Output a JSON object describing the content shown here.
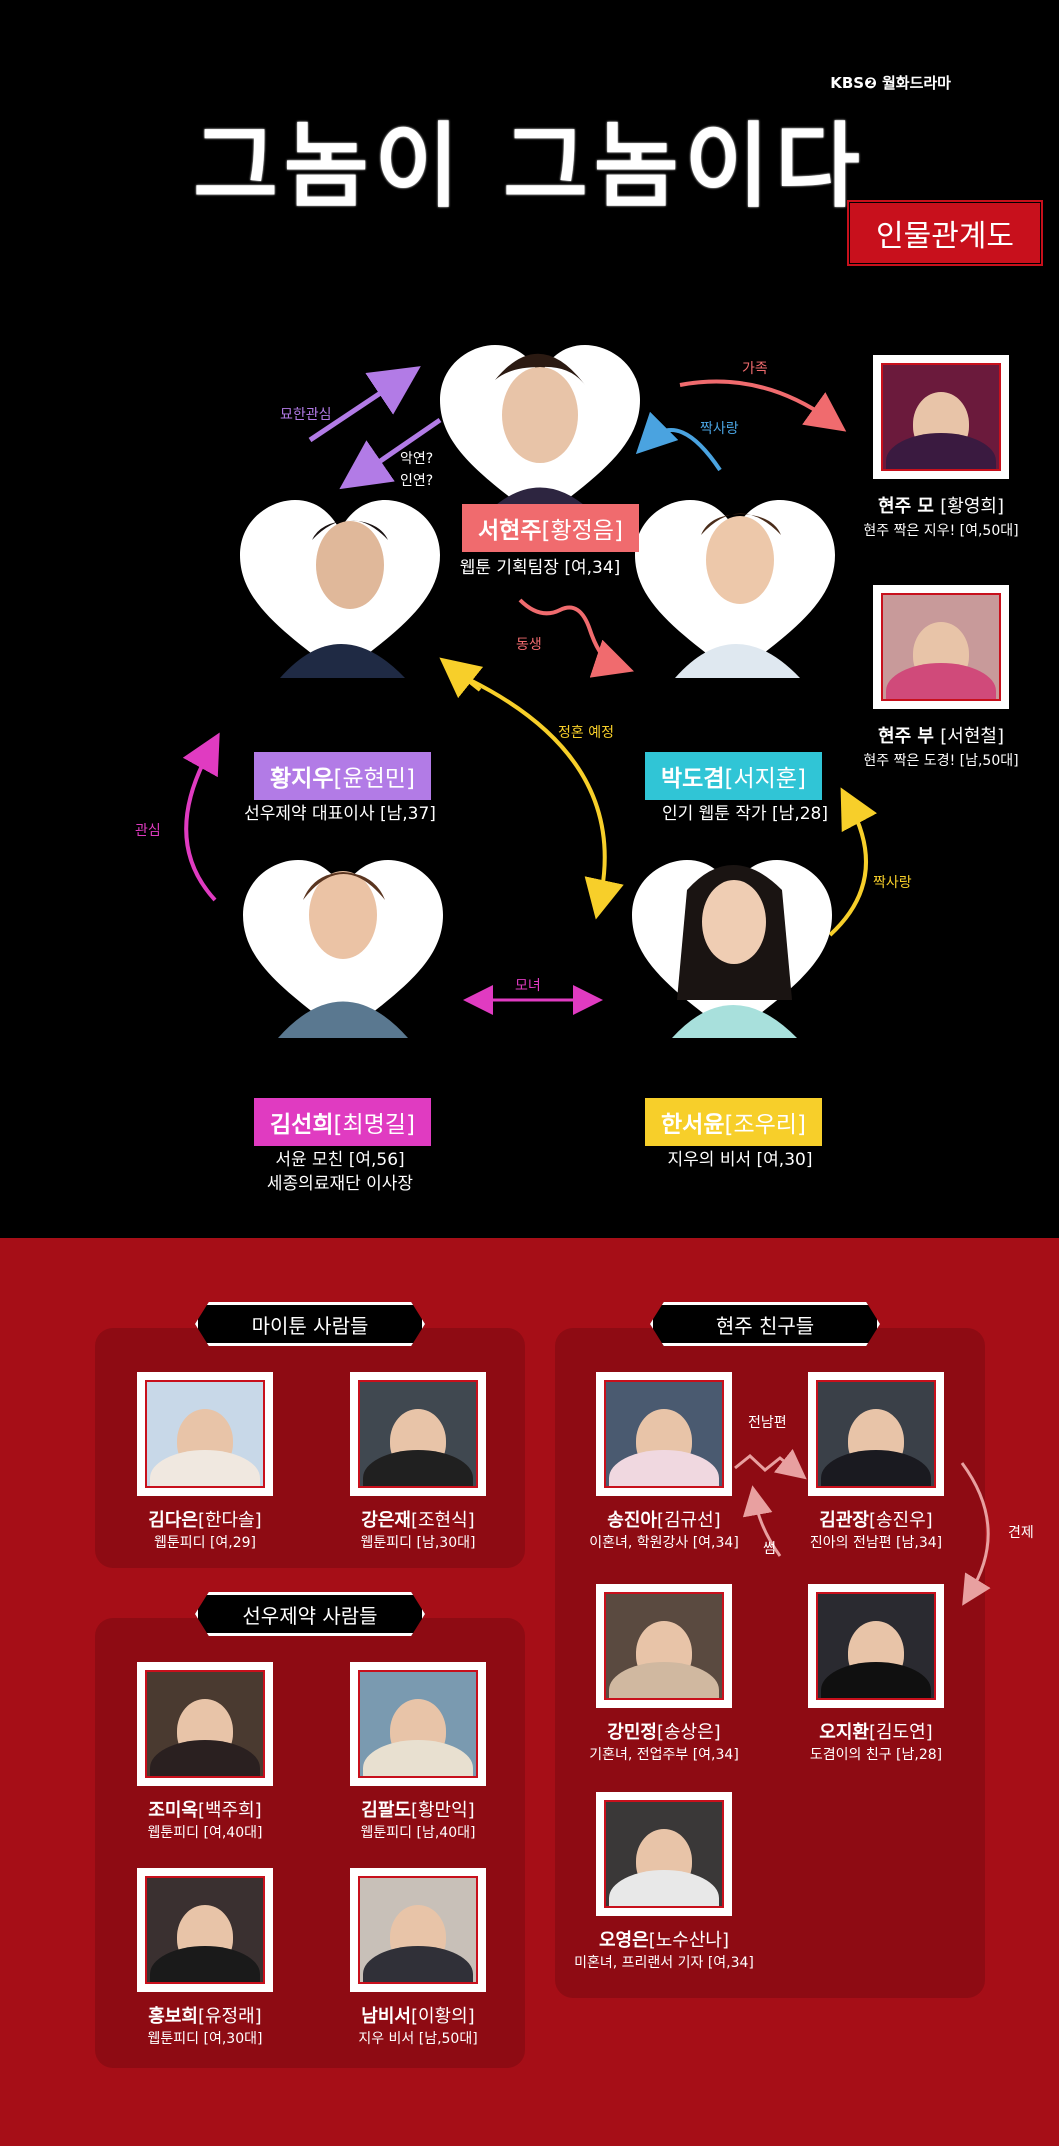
{
  "header": {
    "logo": "KBS❷ 월화드라마",
    "title_part1": "그놈이",
    "title_part2": "그놈이다",
    "subtitle": "인물관계도"
  },
  "colors": {
    "pink": "#ff3b9a",
    "purple": "#b27be6",
    "cyan": "#30c5d6",
    "magenta": "#e03bc1",
    "yellow": "#f7cf2a",
    "salmon": "#f06b6e",
    "red_bg": "#a60e17"
  },
  "main_characters": [
    {
      "name": "서현주",
      "actor": "[황정음]",
      "desc": "웹툰 기획팀장 [여,34]",
      "color": "#f06b6e"
    },
    {
      "name": "황지우",
      "actor": "[윤현민]",
      "desc": "선우제약 대표이사 [남,37]",
      "color": "#b27be6"
    },
    {
      "name": "박도겸",
      "actor": "[서지훈]",
      "desc": "인기 웹툰 작가 [남,28]",
      "color": "#30c5d6"
    },
    {
      "name": "김선희",
      "actor": "[최명길]",
      "desc": "서윤 모친 [여,56]",
      "desc2": "세종의료재단 이사장",
      "color": "#e03bc1"
    },
    {
      "name": "한서윤",
      "actor": "[조우리]",
      "desc": "지우의 비서 [여,30]",
      "color": "#f7cf2a"
    }
  ],
  "family": [
    {
      "name": "현주 모",
      "actor": "[황영희]",
      "desc": "현주 짝은 지우! [여,50대]"
    },
    {
      "name": "현주 부",
      "actor": "[서현철]",
      "desc": "현주 짝은 도경! [남,50대]"
    }
  ],
  "relations": {
    "mohan": "묘한관심",
    "akyeon": "악연?",
    "inyeon": "인연?",
    "family": "가족",
    "crush1": "짝사랑",
    "sibling": "동생",
    "engaged": "정혼 예정",
    "interest": "관심",
    "crush2": "짝사랑",
    "mother_daughter": "모녀",
    "ex": "전남편",
    "some": "썸",
    "rival": "견제"
  },
  "groups": {
    "mytoon": {
      "title": "마이툰 사람들",
      "people": [
        {
          "name": "김다은",
          "actor": "[한다솔]",
          "desc": "웹툰피디 [여,29]"
        },
        {
          "name": "강은재",
          "actor": "[조현식]",
          "desc": "웹툰피디 [남,30대]"
        }
      ]
    },
    "sunwoo": {
      "title": "선우제약 사람들",
      "people": [
        {
          "name": "조미옥",
          "actor": "[백주희]",
          "desc": "웹툰피디 [여,40대]"
        },
        {
          "name": "김팔도",
          "actor": "[황만익]",
          "desc": "웹툰피디 [남,40대]"
        },
        {
          "name": "홍보희",
          "actor": "[유정래]",
          "desc": "웹툰피디 [여,30대]"
        },
        {
          "name": "남비서",
          "actor": "[이황의]",
          "desc": "지우 비서 [남,50대]"
        }
      ]
    },
    "friends": {
      "title": "현주 친구들",
      "people": [
        {
          "name": "송진아",
          "actor": "[김규선]",
          "desc": "이혼녀, 학원강사 [여,34]"
        },
        {
          "name": "김관장",
          "actor": "[송진우]",
          "desc": "진아의 전남편 [남,34]"
        },
        {
          "name": "강민정",
          "actor": "[송상은]",
          "desc": "기혼녀, 전업주부 [여,34]"
        },
        {
          "name": "오지환",
          "actor": "[김도연]",
          "desc": "도겸이의 친구 [남,28]"
        },
        {
          "name": "오영은",
          "actor": "[노수산나]",
          "desc": "미혼녀, 프리랜서 기자 [여,34]"
        }
      ]
    }
  }
}
